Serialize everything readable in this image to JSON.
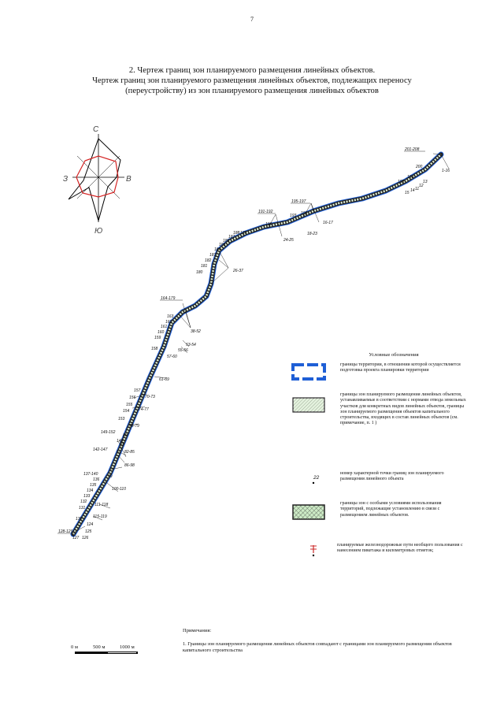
{
  "page_number": "7",
  "title": {
    "line1": "2. Чертеж границ зон планируемого размещения линейных объектов.",
    "line2": "Чертеж границ зон планируемого размещения линейных объектов, подлежащих переносу",
    "line3": "(переустройству) из зон планируемого размещения линейных объектов"
  },
  "compass": {
    "north": "С",
    "south": "Ю",
    "east": "В",
    "west": "З"
  },
  "point_labels": [
    "201-208",
    "1-16",
    "200",
    "199",
    "198",
    "13",
    "12",
    "11",
    "14",
    "15",
    "195-197",
    "196",
    "193",
    "16-17",
    "18-23",
    "191-192",
    "190",
    "24-25",
    "188",
    "189",
    "187",
    "186",
    "185",
    "184",
    "183",
    "182",
    "181",
    "180",
    "26-37",
    "164-179",
    "163",
    "162",
    "161",
    "160",
    "159",
    "38-52",
    "53-54",
    "158",
    "55-56",
    "57-60",
    "61-69",
    "157",
    "156",
    "70-73",
    "155",
    "154",
    "74-77",
    "153",
    "78-79",
    "149-152",
    "148",
    "80",
    "81",
    "142-147",
    "82-85",
    "86-98",
    "137-140",
    "136",
    "99",
    "135",
    "100-110",
    "134",
    "133",
    "132",
    "111-118",
    "131",
    "115-119",
    "130",
    "124",
    "128-129",
    "127",
    "125",
    "126"
  ],
  "legend": {
    "title": "Условные обозначения",
    "items": [
      {
        "text": "границы территории, в отношении которой осуществляется подготовка проекта планировки территории",
        "color": "#1f5fd6"
      },
      {
        "text": "границы зон планируемого размещения линейных объектов, устанавливаемые в соответствии с нормами отвода земельных участков для конкретных видов линейных объектов, границы зон планируемого размещения объектов капитального строительства, входящих в состав линейных объектов (см. примечание, п. 1 )",
        "color": "#cfe9c4"
      },
      {
        "text": "номер характерной точки границ зон планируемого размещения линейного объекта",
        "sample": "22"
      },
      {
        "text": "границы зон с особыми условиями использования территорий, подлежащие установлению в связи с размещением линейных объектов."
      },
      {
        "text": "планируемые железнодорожные пути необщего пользования с нанесением пикетажа и километровых отметок;",
        "color": "#cc2a2a"
      }
    ]
  },
  "notes": {
    "heading": "Примечания:",
    "item1": "1. Границы зон планируемого размещения линейных объектов совпадают с границами зон планируемого размещения объектов капитального строительства"
  },
  "scale": {
    "zero": "0 м",
    "mid": "500 м",
    "end": "1000 м"
  }
}
